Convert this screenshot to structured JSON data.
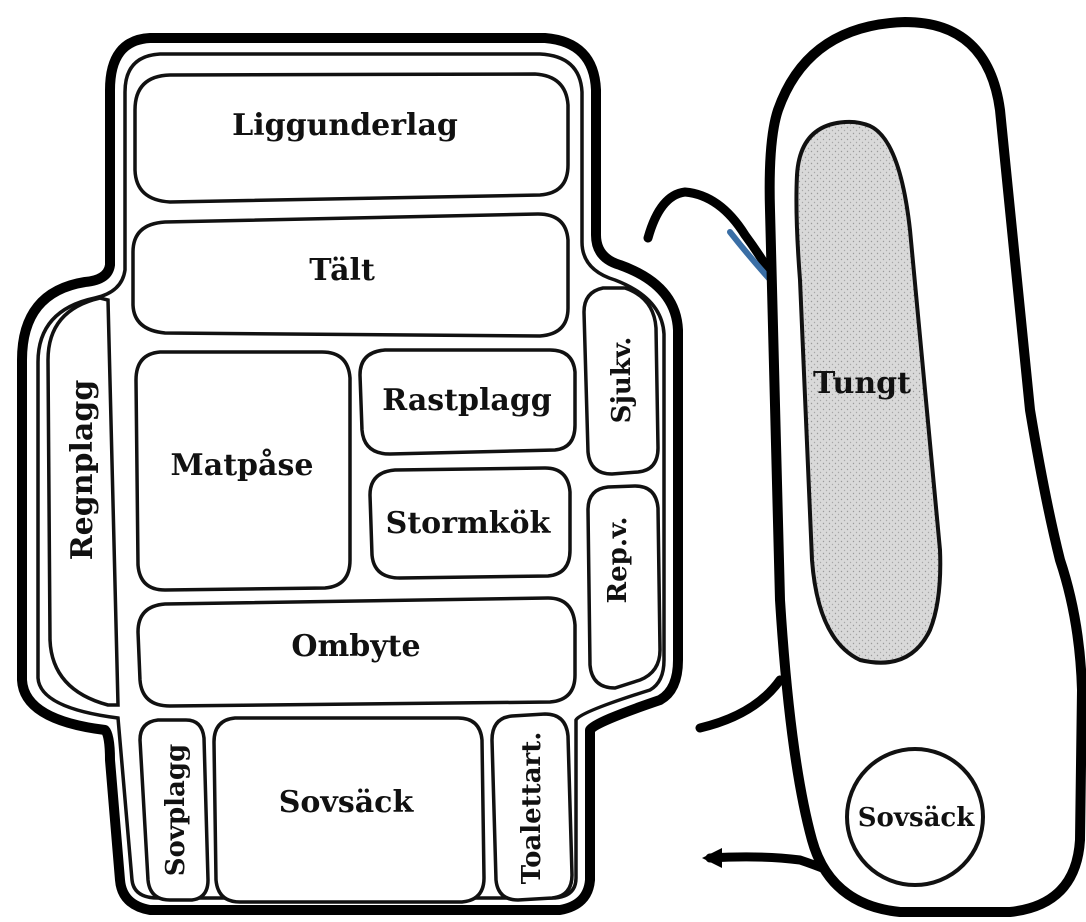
{
  "front_view": {
    "compartments": {
      "liggunderlag": "Liggunderlag",
      "talt": "Tält",
      "regnplagg": "Regnplagg",
      "matpase": "Matpåse",
      "rastplagg": "Rastplagg",
      "stormkok": "Stormkök",
      "sjukv": "Sjukv.",
      "repv": "Rep.v.",
      "ombyte": "Ombyte",
      "sovplagg": "Sovplagg",
      "sovsack": "Sovsäck",
      "toalettart": "Toalettart."
    }
  },
  "side_view": {
    "heavy_zone": "Tungt",
    "sleeping_bag": "Sovsäck",
    "heavy_zone_color": "#d9d9d9",
    "strap_accent_color": "#3a6ea5"
  }
}
